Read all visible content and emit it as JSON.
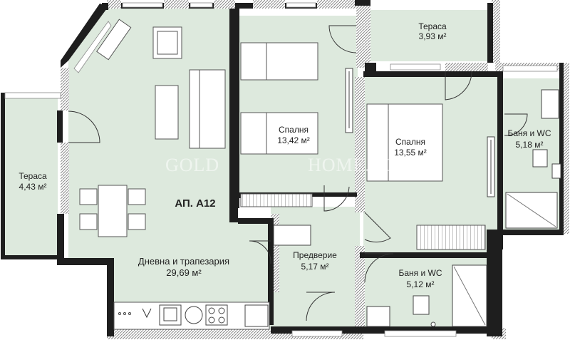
{
  "apartment": {
    "label": "АП. А12"
  },
  "rooms": [
    {
      "id": "terrace-top",
      "name": "Тераса",
      "area": "3,93 м²"
    },
    {
      "id": "terrace-left",
      "name": "Тераса",
      "area": "4,43 м²"
    },
    {
      "id": "bedroom-1",
      "name": "Спалня",
      "area": "13,42 м²"
    },
    {
      "id": "bedroom-2",
      "name": "Спалня",
      "area": "13,55 м²"
    },
    {
      "id": "bath-1",
      "name": "Баня и WC",
      "area": "5,18 м²"
    },
    {
      "id": "bath-2",
      "name": "Баня и WC",
      "area": "5,12 м²"
    },
    {
      "id": "hall",
      "name": "Предверие",
      "area": "5,17 м²"
    },
    {
      "id": "living",
      "name": "Дневна и трапезария",
      "area": "29,69 м²"
    }
  ],
  "watermark": {
    "left": "GOLD",
    "right": "HOME.BG"
  },
  "colors": {
    "room_fill": "#dde9dd",
    "wall": "#1e1e1e",
    "hatch": "#8a8a8a"
  }
}
